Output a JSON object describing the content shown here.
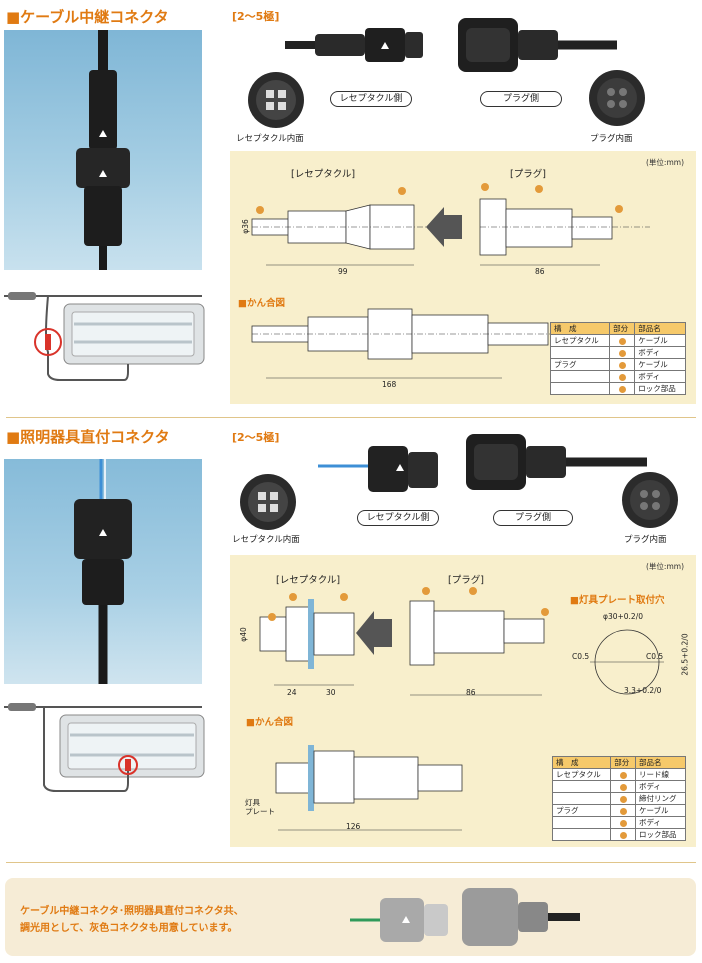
{
  "section1": {
    "title": "■ケーブル中継コネクタ",
    "poles": "[2〜5極]",
    "receptacle_side": "レセプタクル側",
    "plug_side": "プラグ側",
    "receptacle_inner": "レセプタクル内面",
    "plug_inner": "プラグ内面",
    "unit": "(単位:mm)",
    "receptacle_label": "[レセプタクル]",
    "plug_label": "[プラグ]",
    "dims": {
      "d36": "φ36",
      "d99": "99",
      "d86": "86",
      "d168": "168"
    },
    "fit_title": "■かん合図",
    "parts_table": {
      "headers": [
        "構　成",
        "部分",
        "部品名"
      ],
      "rows": [
        {
          "group": "レセプタクル",
          "part": "ケーブル"
        },
        {
          "group": "",
          "part": "ボディ"
        },
        {
          "group": "プラグ",
          "part": "ケーブル"
        },
        {
          "group": "",
          "part": "ボディ"
        },
        {
          "group": "",
          "part": "ロック部品"
        }
      ]
    }
  },
  "section2": {
    "title": "■照明器具直付コネクタ",
    "poles": "[2〜5極]",
    "receptacle_side": "レセプタクル側",
    "plug_side": "プラグ側",
    "receptacle_inner": "レセプタクル内面",
    "plug_inner": "プラグ内面",
    "unit": "(単位:mm)",
    "receptacle_label": "[レセプタクル]",
    "plug_label": "[プラグ]",
    "plate_hole_title": "■灯具プレート取付穴",
    "dims": {
      "d40": "φ40",
      "d24": "24",
      "d30": "30",
      "d86": "86",
      "d126": "126",
      "hole_d": "φ30+0.2/0",
      "hole_h": "26.5+0.2/0",
      "c05a": "C0.5",
      "c05b": "C0.5",
      "d33": "3.3+0.2/0"
    },
    "plate_label_1": "灯具",
    "plate_label_2": "プレート",
    "fit_title": "■かん合図",
    "parts_table": {
      "headers": [
        "構　成",
        "部分",
        "部品名"
      ],
      "rows": [
        {
          "group": "レセプタクル",
          "part": "リード線"
        },
        {
          "group": "",
          "part": "ボディ"
        },
        {
          "group": "",
          "part": "締付リング"
        },
        {
          "group": "プラグ",
          "part": "ケーブル"
        },
        {
          "group": "",
          "part": "ボディ"
        },
        {
          "group": "",
          "part": "ロック部品"
        }
      ]
    }
  },
  "footer": {
    "line1": "ケーブル中継コネクタ･照明器具直付コネクタ共、",
    "line2": "調光用として、灰色コネクタも用意しています。"
  },
  "colors": {
    "accent": "#e07a12",
    "beige": "#f8efcc",
    "table_header": "#f6c96a"
  }
}
